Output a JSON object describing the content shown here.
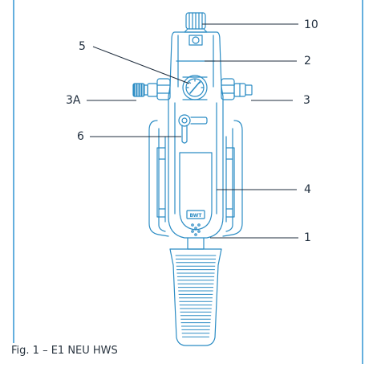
{
  "figure": {
    "caption": "Fig. 1 – E1 NEU HWS",
    "brand_logo_text": "BWT",
    "accent_color": "#2b8cc4",
    "line_color": "#1f2d3d",
    "callouts": [
      {
        "id": "10",
        "label": "10"
      },
      {
        "id": "5",
        "label": "5"
      },
      {
        "id": "2",
        "label": "2"
      },
      {
        "id": "3A",
        "label": "3A"
      },
      {
        "id": "3",
        "label": "3"
      },
      {
        "id": "6",
        "label": "6"
      },
      {
        "id": "4",
        "label": "4"
      },
      {
        "id": "1",
        "label": "1"
      }
    ]
  }
}
